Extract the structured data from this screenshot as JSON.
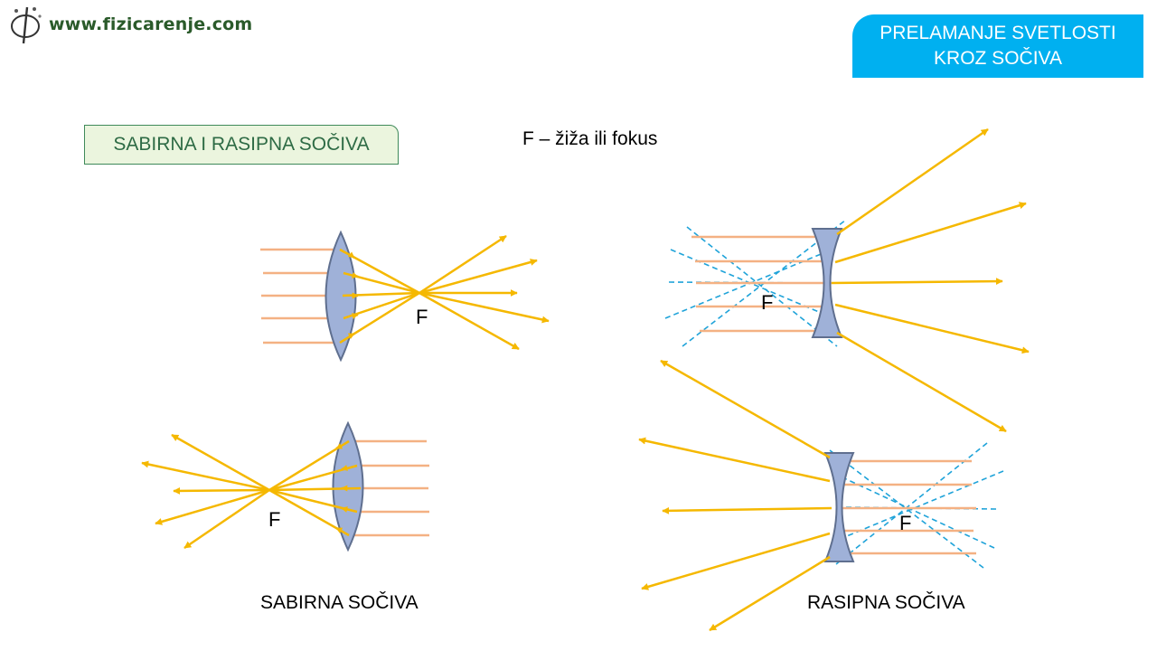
{
  "header": {
    "logo_text": "www.fizicarenje.com",
    "title_line1": "PRELAMANJE SVETLOSTI",
    "title_line2": "KROZ SOČIVA"
  },
  "subtitle": "SABIRNA I RASIPNA SOČIVA",
  "legend": "F – žiža ili fokus",
  "diagrams": {
    "converging_top": {
      "focus_label": "F"
    },
    "converging_bottom": {
      "focus_label": "F"
    },
    "diverging_top": {
      "focus_label": "F"
    },
    "diverging_bottom": {
      "focus_label": "F"
    }
  },
  "captions": {
    "left": "SABIRNA SOČIVA",
    "right": "RASIPNA SOČIVA"
  },
  "colors": {
    "title_bg": "#00b0f0",
    "subtitle_bg": "#ebf5de",
    "subtitle_text": "#2e6b45",
    "lens_fill": "#9fb1d8",
    "lens_stroke": "#5f6f8f",
    "incident_ray": "#f4b183",
    "refracted_ray": "#f5b800",
    "construction_line": "#1fa3d9"
  }
}
